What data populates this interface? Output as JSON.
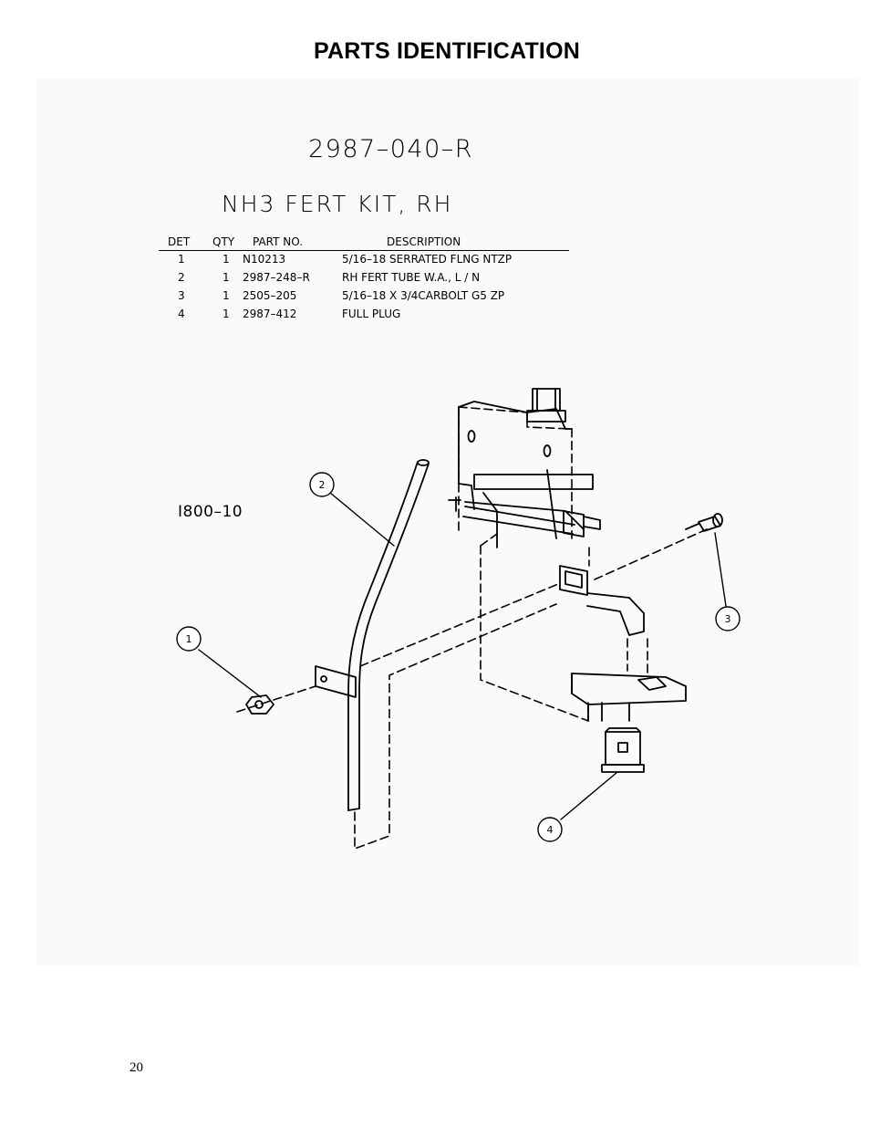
{
  "page": {
    "title": "PARTS IDENTIFICATION",
    "page_number": "20"
  },
  "kit": {
    "number": "2987–040–R",
    "name": "NH3 FERT KIT, RH",
    "model": "I800–10"
  },
  "table": {
    "headers": {
      "det": "DET",
      "qty": "QTY",
      "part": "PART NO.",
      "desc": "DESCRIPTION"
    },
    "rows": [
      {
        "det": "1",
        "qty": "1",
        "part": "N10213",
        "desc": "5/16–18 SERRATED FLNG NTZP"
      },
      {
        "det": "2",
        "qty": "1",
        "part": "2987–248–R",
        "desc": "RH FERT TUBE W.A., L / N"
      },
      {
        "det": "3",
        "qty": "1",
        "part": "2505–205",
        "desc": "5/16–18 X 3/4CARBOLT G5 ZP"
      },
      {
        "det": "4",
        "qty": "1",
        "part": "2987–412",
        "desc": "FULL PLUG"
      }
    ]
  },
  "callouts": [
    "1",
    "2",
    "3",
    "4"
  ]
}
